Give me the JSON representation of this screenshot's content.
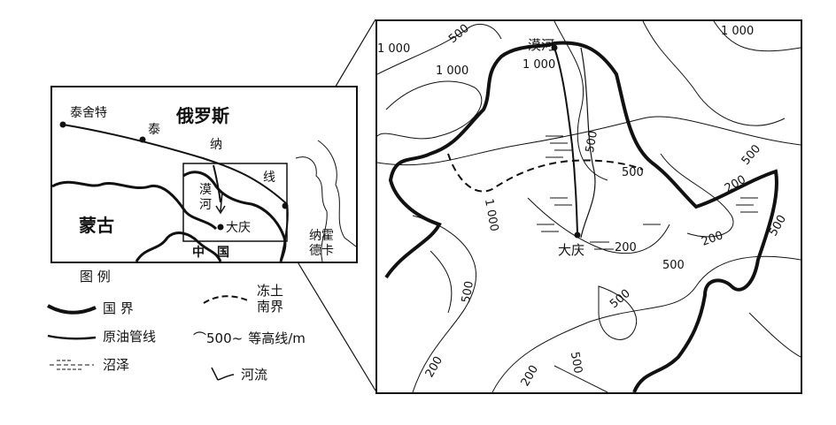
{
  "overview": {
    "labels": {
      "taishete": "泰舍特",
      "tai": "泰",
      "russia": "俄罗斯",
      "na": "纳",
      "xian": "线",
      "mohe": "漠河",
      "daqing": "大庆",
      "mongolia": "蒙古",
      "china": "中国",
      "nahodka": "纳霍德卡"
    }
  },
  "detail": {
    "labels": {
      "mohe": "漠河",
      "daqing": "大庆"
    },
    "contours": [
      "1 000",
      "500",
      "1 000",
      "1 000",
      "1 000",
      "500",
      "500",
      "500",
      "200",
      "500",
      "500",
      "200",
      "500",
      "200",
      "200",
      "200",
      "500",
      "500",
      "1 000"
    ]
  },
  "legend": {
    "title": "图 例",
    "items": [
      {
        "id": "border",
        "label": "国 界"
      },
      {
        "id": "pipeline",
        "label": "原油管线"
      },
      {
        "id": "swamp",
        "label": "沼泽"
      },
      {
        "id": "permafrost",
        "label": "冻土南界"
      },
      {
        "id": "contour",
        "label": "等高线/m",
        "sample": "500"
      },
      {
        "id": "river",
        "label": "河流"
      }
    ]
  }
}
